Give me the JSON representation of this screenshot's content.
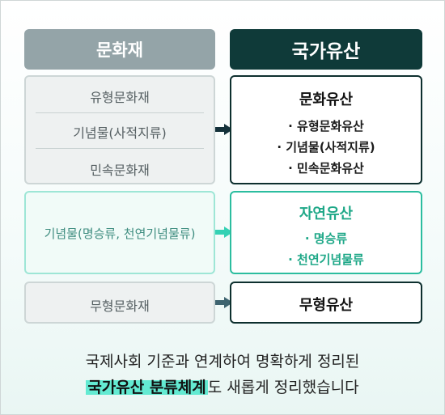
{
  "header": {
    "left": "문화재",
    "right": "국가유산"
  },
  "left_boxes": {
    "group1": [
      "유형문화재",
      "기념물(사적지류)",
      "민속문화재"
    ],
    "group2": "기념물(명승류, 천연기념물류)",
    "group3": "무형문화재"
  },
  "right_boxes": {
    "group1": {
      "title": "문화유산",
      "items": [
        "· 유형문화유산",
        "· 기념물(사적지류)",
        "· 민속문화유산"
      ]
    },
    "group2": {
      "title": "자연유산",
      "items": [
        "· 명승류",
        "· 천연기념물류"
      ]
    },
    "group3": {
      "title": "무형유산"
    }
  },
  "caption": {
    "line1": "국제사회 기준과 연계하여 명확하게 정리된",
    "highlight": "국가유산 분류체계",
    "line2_rest": "도 새롭게 정리했습니다"
  },
  "colors": {
    "left_header": "#94a4a8",
    "right_header": "#0f3a39",
    "accent_green": "#1fa888",
    "highlight": "#63ead2"
  }
}
